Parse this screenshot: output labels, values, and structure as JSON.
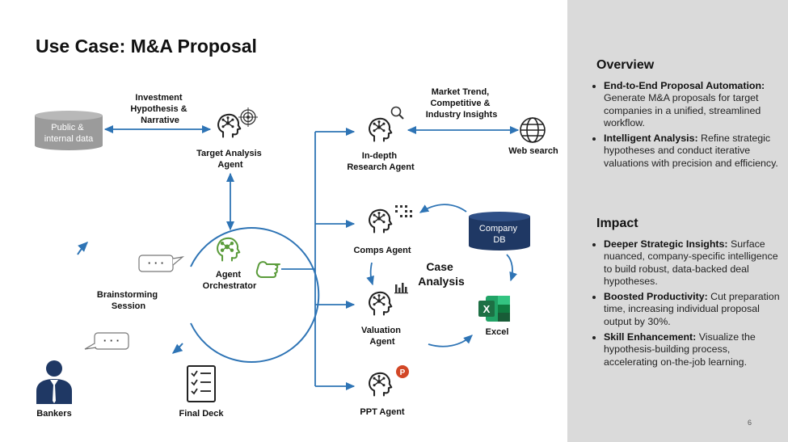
{
  "title": "Use Case: M&A Proposal",
  "diagram": {
    "db_public": "Public & internal data",
    "investment_label": "Investment Hypothesis & Narrative",
    "target_agent": "Target Analysis Agent",
    "orchestrator": "Agent Orchestrator",
    "brainstorming": "Brainstorming Session",
    "bankers": "Bankers",
    "final_deck": "Final Deck",
    "market_label": "Market Trend, Competitive & Industry Insights",
    "research_agent": "In-depth Research Agent",
    "web_search": "Web search",
    "comps_agent": "Comps Agent",
    "company_db": "Company DB",
    "case_analysis": "Case Analysis",
    "valuation_agent": "Valuation Agent",
    "excel": "Excel",
    "ppt_agent": "PPT Agent",
    "bubble_dots": "· · ·"
  },
  "overview": {
    "heading": "Overview",
    "items": [
      {
        "bold": "End-to-End Proposal Automation:",
        "text": " Generate M&A proposals for target companies in a unified, streamlined workflow."
      },
      {
        "bold": "Intelligent Analysis:",
        "text": " Refine strategic hypotheses and conduct iterative valuations with precision and efficiency."
      }
    ]
  },
  "impact": {
    "heading": "Impact",
    "items": [
      {
        "bold": "Deeper Strategic Insights:",
        "text": " Surface nuanced, company-specific intelligence to build robust, data-backed deal hypotheses."
      },
      {
        "bold": "Boosted Productivity:",
        "text": " Cut preparation time, increasing individual proposal output by 30%."
      },
      {
        "bold": "Skill Enhancement:",
        "text": " Visualize the hypothesis-building process, accelerating on-the-job learning."
      }
    ]
  },
  "page_number": "6",
  "colors": {
    "arrow_blue": "#2e74b5",
    "db_gray": "#9b9b9b",
    "db_navy": "#1f3864",
    "orchestrator_green": "#5a9b3a",
    "excel_green": "#1d7044",
    "ppt_orange": "#d24726",
    "panel_gray": "#dadada"
  },
  "icons": [
    "target-icon",
    "magnifier-icon",
    "globe-icon",
    "grid-dots-icon",
    "bar-chart-icon",
    "excel-icon",
    "powerpoint-icon",
    "banker-icon",
    "checklist-icon",
    "pointing-hand-icon",
    "agent-head-icon"
  ]
}
